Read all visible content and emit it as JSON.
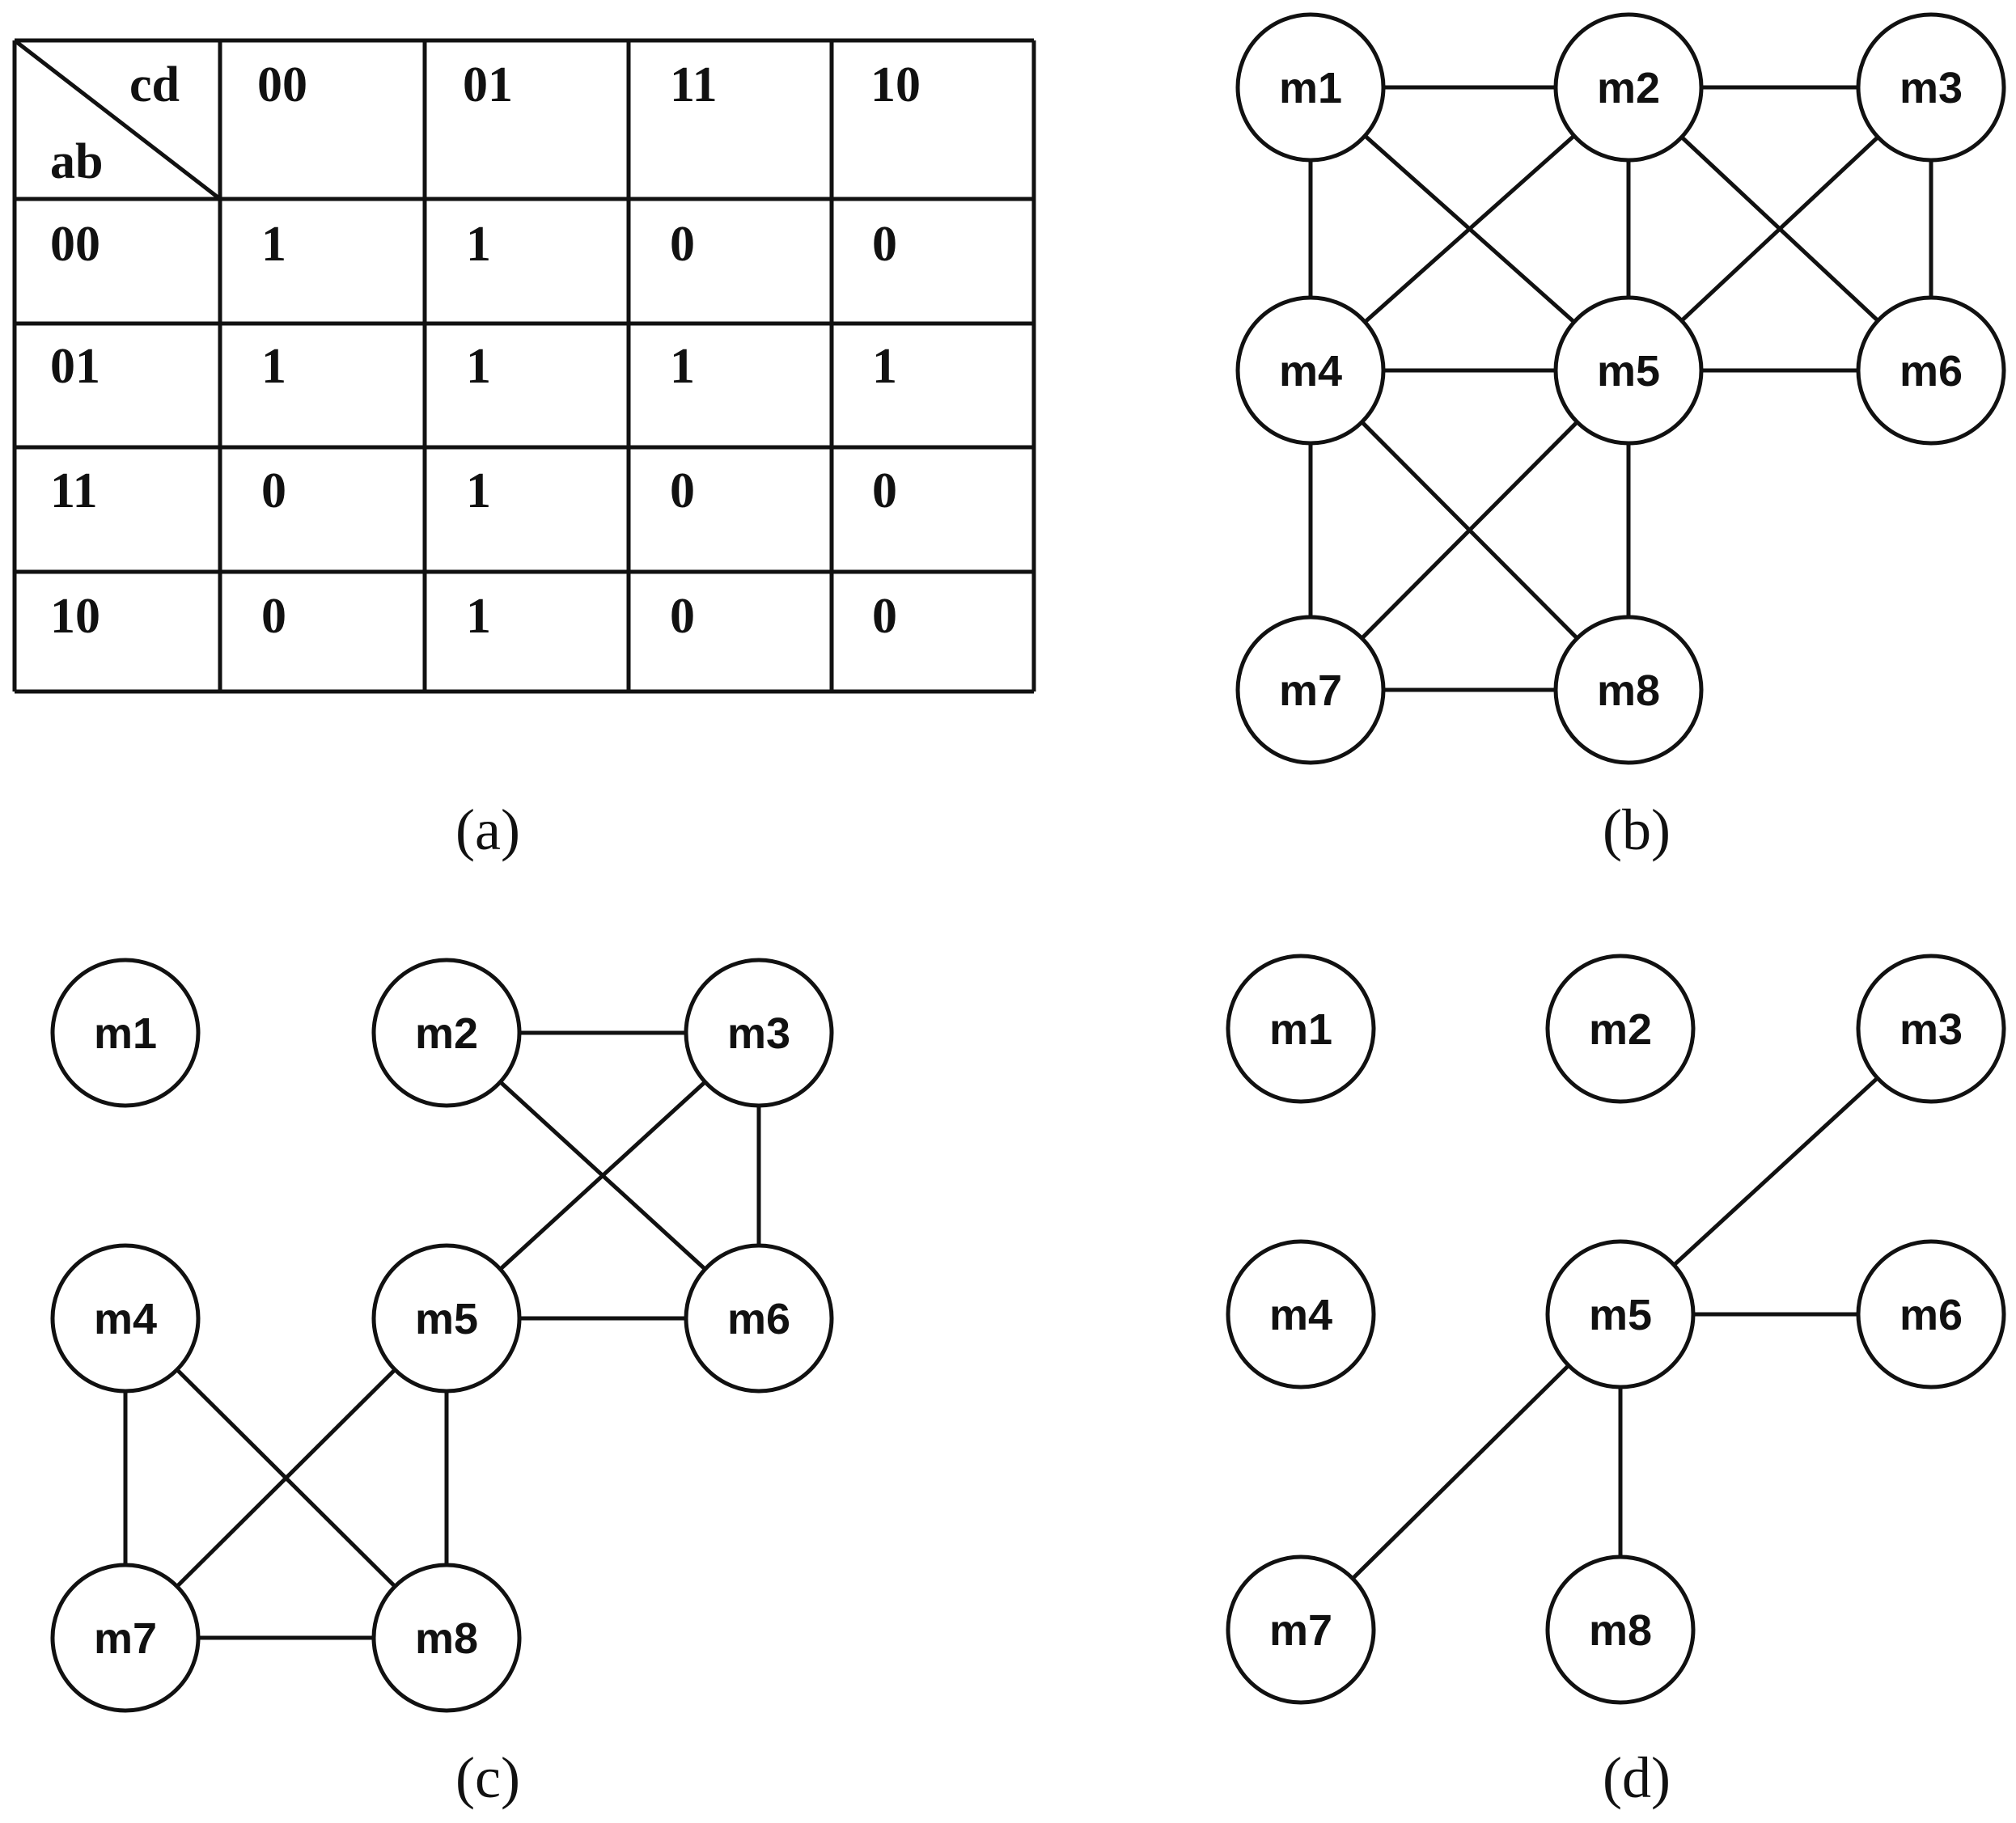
{
  "kmap": {
    "corner_col_var": "cd",
    "corner_row_var": "ab",
    "col_headers": [
      "00",
      "01",
      "11",
      "10"
    ],
    "rows": [
      {
        "label": "00",
        "cells": [
          "1",
          "1",
          "0",
          "0"
        ]
      },
      {
        "label": "01",
        "cells": [
          "1",
          "1",
          "1",
          "1"
        ]
      },
      {
        "label": "11",
        "cells": [
          "0",
          "1",
          "0",
          "0"
        ]
      },
      {
        "label": "10",
        "cells": [
          "0",
          "1",
          "0",
          "0"
        ]
      }
    ]
  },
  "captions": {
    "a": "(a)",
    "b": "(b)",
    "c": "(c)",
    "d": "(d)"
  },
  "nodes": [
    "m1",
    "m2",
    "m3",
    "m4",
    "m5",
    "m6",
    "m7",
    "m8"
  ],
  "graphs": {
    "b": [
      [
        "m1",
        "m2"
      ],
      [
        "m2",
        "m3"
      ],
      [
        "m1",
        "m4"
      ],
      [
        "m1",
        "m5"
      ],
      [
        "m2",
        "m4"
      ],
      [
        "m2",
        "m5"
      ],
      [
        "m2",
        "m6"
      ],
      [
        "m3",
        "m5"
      ],
      [
        "m3",
        "m6"
      ],
      [
        "m4",
        "m5"
      ],
      [
        "m5",
        "m6"
      ],
      [
        "m4",
        "m7"
      ],
      [
        "m4",
        "m8"
      ],
      [
        "m5",
        "m7"
      ],
      [
        "m5",
        "m8"
      ],
      [
        "m7",
        "m8"
      ]
    ],
    "c": [
      [
        "m2",
        "m3"
      ],
      [
        "m2",
        "m6"
      ],
      [
        "m3",
        "m5"
      ],
      [
        "m3",
        "m6"
      ],
      [
        "m5",
        "m6"
      ],
      [
        "m4",
        "m7"
      ],
      [
        "m4",
        "m8"
      ],
      [
        "m5",
        "m7"
      ],
      [
        "m5",
        "m8"
      ],
      [
        "m7",
        "m8"
      ]
    ],
    "d": [
      [
        "m3",
        "m5"
      ],
      [
        "m5",
        "m6"
      ],
      [
        "m5",
        "m7"
      ],
      [
        "m5",
        "m8"
      ]
    ]
  }
}
